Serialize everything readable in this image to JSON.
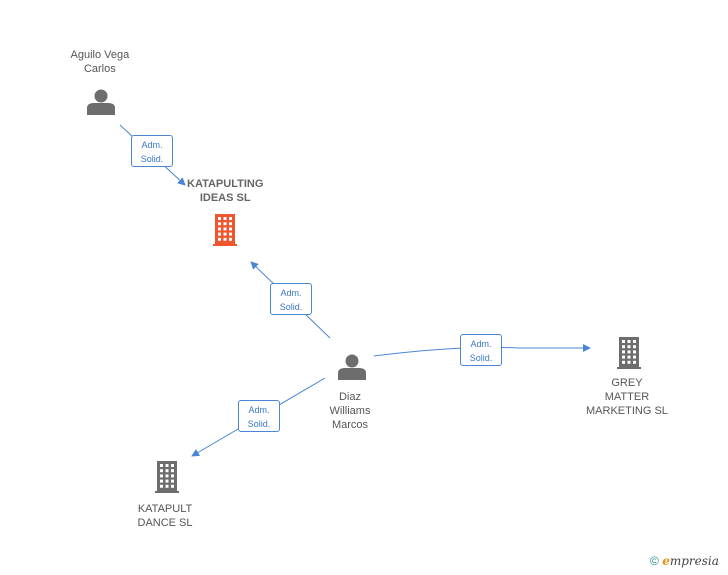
{
  "nodes": [
    {
      "id": "aguilo",
      "type": "person",
      "label_lines": [
        "Aguilo Vega",
        "Carlos"
      ],
      "color": "#6d6d6d"
    },
    {
      "id": "katapulting",
      "type": "company",
      "label_lines": [
        "KATAPULTING",
        "IDEAS SL"
      ],
      "color": "#f0562d",
      "main": true
    },
    {
      "id": "diaz",
      "type": "person",
      "label_lines": [
        "Diaz",
        "Williams",
        "Marcos"
      ],
      "color": "#6d6d6d"
    },
    {
      "id": "grey",
      "type": "company",
      "label_lines": [
        "GREY",
        "MATTER",
        "MARKETING  SL"
      ],
      "color": "#6d6d6d"
    },
    {
      "id": "dance",
      "type": "company",
      "label_lines": [
        "KATAPULT",
        "DANCE SL"
      ],
      "color": "#6d6d6d"
    }
  ],
  "edges": [
    {
      "from": "aguilo",
      "to": "katapulting",
      "label_lines": [
        "Adm.",
        "Solid."
      ]
    },
    {
      "from": "diaz",
      "to": "katapulting",
      "label_lines": [
        "Adm.",
        "Solid."
      ]
    },
    {
      "from": "diaz",
      "to": "grey",
      "label_lines": [
        "Adm.",
        "Solid."
      ]
    },
    {
      "from": "diaz",
      "to": "dance",
      "label_lines": [
        "Adm.",
        "Solid."
      ]
    }
  ],
  "edge_color": "#4a86d4",
  "footer": {
    "copyright": "©",
    "brand_first": "e",
    "brand_rest": "mpresia"
  }
}
